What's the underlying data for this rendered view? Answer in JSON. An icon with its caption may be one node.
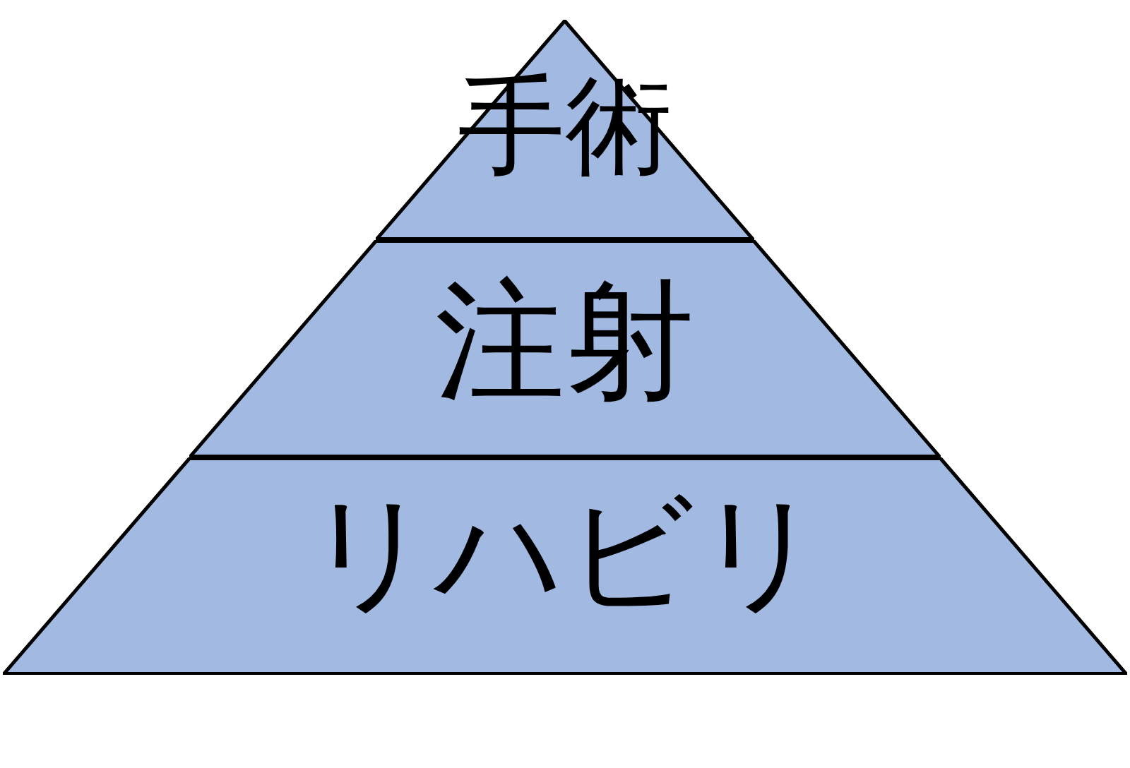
{
  "diagram": {
    "nodes": [
      {
        "text": [
          "手術"
        ]
      },
      {
        "text": [
          "注射"
        ]
      },
      {
        "text": [
          "リハビリ"
        ]
      }
    ]
  }
}
